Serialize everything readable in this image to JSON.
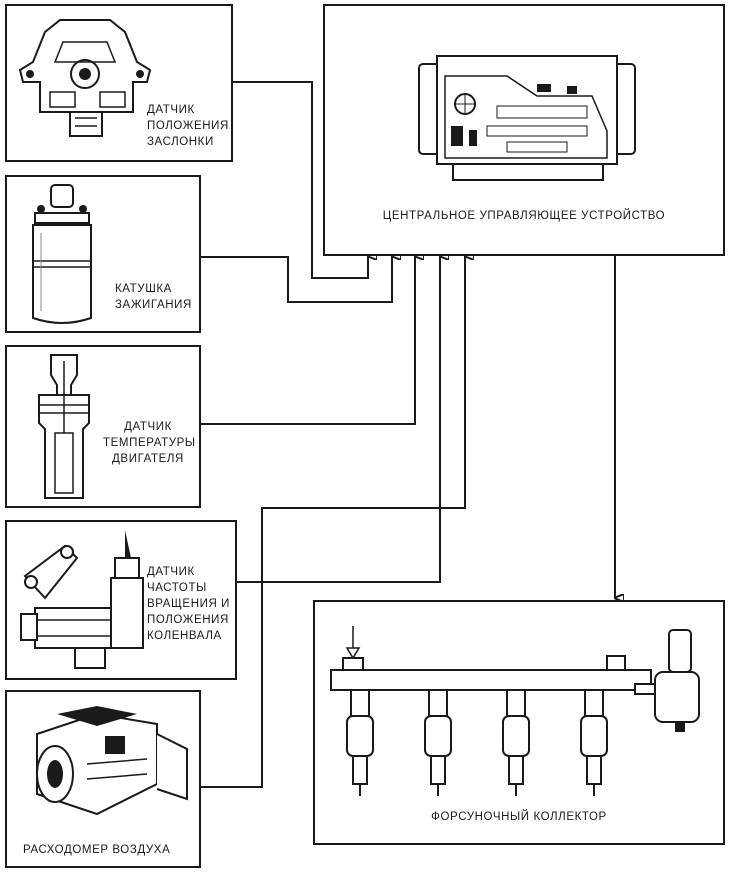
{
  "blocks": {
    "throttle_sensor": {
      "label": "ДАТЧИК\nПОЛОЖЕНИЯ\nЗАСЛОНКИ",
      "icon": "throttle-position-sensor-icon"
    },
    "ignition_coil": {
      "label": "КАТУШКА\nЗАЖИГАНИЯ",
      "icon": "ignition-coil-icon"
    },
    "engine_temp_sensor": {
      "label": "ДАТЧИК\nТЕМПЕРАТУРЫ\nДВИГАТЕЛЯ",
      "icon": "temperature-sensor-icon"
    },
    "crankshaft_sensor": {
      "label": "ДАТЧИК\nЧАСТОТЫ\nВРАЩЕНИЯ И\nПОЛОЖЕНИЯ\nКОЛЕНВАЛА",
      "icon": "crankshaft-sensor-icon"
    },
    "air_flow_meter": {
      "label": "РАСХОДОМЕР ВОЗДУХА",
      "icon": "air-flow-meter-icon"
    },
    "ecu": {
      "label": "ЦЕНТРАЛЬНОЕ УПРАВЛЯЮЩЕЕ УСТРОЙСТВО",
      "icon": "ecu-circuit-board-icon"
    },
    "fuel_rail": {
      "label": "ФОРСУНОЧНЫЙ КОЛЛЕКТОР",
      "icon": "fuel-injector-rail-icon"
    }
  },
  "connections": [
    {
      "from": "throttle_sensor",
      "to": "ecu"
    },
    {
      "from": "ignition_coil",
      "to": "ecu"
    },
    {
      "from": "engine_temp_sensor",
      "to": "ecu"
    },
    {
      "from": "crankshaft_sensor",
      "to": "ecu"
    },
    {
      "from": "air_flow_meter",
      "to": "ecu"
    },
    {
      "from": "ecu",
      "to": "fuel_rail"
    }
  ]
}
